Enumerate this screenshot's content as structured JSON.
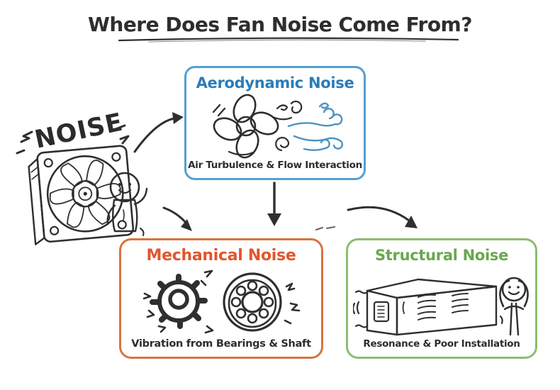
{
  "page": {
    "title": "Where Does Fan Noise Come From?",
    "background": "#ffffff",
    "ink_color": "#2f2f2f"
  },
  "source_label": {
    "text": "NOISE"
  },
  "illustration": {
    "fan": "case-fan-drawing",
    "person": "peeking-person-drawing"
  },
  "boxes": {
    "aerodynamic": {
      "title": "Aerodynamic Noise",
      "caption": "Air Turbulence & Flow Interaction",
      "title_color": "#2a7cb8",
      "border_color": "#55a0d1",
      "icon": "fan-with-airflow-icon",
      "airflow_color": "#4b93c4"
    },
    "mechanical": {
      "title": "Mechanical Noise",
      "caption": "Vibration from Bearings & Shaft",
      "title_color": "#e1562c",
      "border_color": "#d8743f",
      "icon": "gear-and-bearing-icon"
    },
    "structural": {
      "title": "Structural Noise",
      "caption": "Resonance & Poor Installation",
      "title_color": "#69a74e",
      "border_color": "#8cbd70",
      "icon": "vibrating-cabinet-and-person-icon"
    }
  },
  "arrows": [
    {
      "from": "fan-illustration",
      "to": "aerodynamic-box"
    },
    {
      "from": "fan-illustration",
      "to": "mechanical-box"
    },
    {
      "from": "aerodynamic-box",
      "to": "mechanical-box"
    },
    {
      "from": "aerodynamic-box",
      "to": "structural-box"
    }
  ]
}
